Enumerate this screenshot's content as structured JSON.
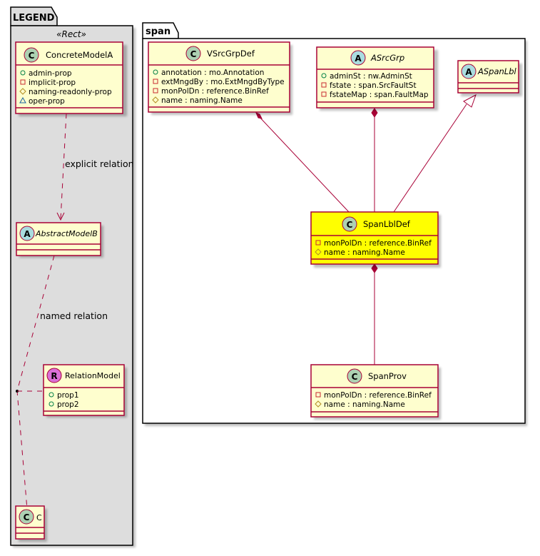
{
  "legend": {
    "package_name": "LEGEND",
    "stereotype": "«Rect»",
    "classes": {
      "concrete_model_a": {
        "kind": "C",
        "name": "ConcreteModelA",
        "attributes": [
          {
            "visibility": "public",
            "icon": "circle-icon",
            "text": "admin-prop"
          },
          {
            "visibility": "private",
            "icon": "square-icon",
            "text": "implicit-prop"
          },
          {
            "visibility": "protected",
            "icon": "diamond-icon",
            "text": "naming-readonly-prop"
          },
          {
            "visibility": "package",
            "icon": "triangle-icon",
            "text": "oper-prop"
          }
        ]
      },
      "abstract_model_b": {
        "kind": "A",
        "name": "AbstractModelB",
        "attributes": []
      },
      "relation_model": {
        "kind": "R",
        "name": "RelationModel",
        "attributes": [
          {
            "visibility": "public",
            "icon": "circle-icon",
            "text": "prop1"
          },
          {
            "visibility": "public",
            "icon": "circle-icon",
            "text": "prop2"
          }
        ]
      },
      "c": {
        "kind": "C",
        "name": "C",
        "attributes": []
      }
    },
    "relations": {
      "explicit": "explicit relation",
      "named": "named relation"
    }
  },
  "span": {
    "package_name": "span",
    "classes": {
      "vsrc_grp_def": {
        "kind": "C",
        "name": "VSrcGrpDef",
        "attributes": [
          {
            "visibility": "public",
            "icon": "circle-icon",
            "text": "annotation : mo.Annotation"
          },
          {
            "visibility": "private",
            "icon": "square-icon",
            "text": "extMngdBy : mo.ExtMngdByType"
          },
          {
            "visibility": "private",
            "icon": "square-icon",
            "text": "monPolDn : reference.BinRef"
          },
          {
            "visibility": "protected",
            "icon": "diamond-icon",
            "text": "name : naming.Name"
          }
        ]
      },
      "asrc_grp": {
        "kind": "A",
        "name": "ASrcGrp",
        "attributes": [
          {
            "visibility": "public",
            "icon": "circle-icon",
            "text": "adminSt : nw.AdminSt"
          },
          {
            "visibility": "private",
            "icon": "square-icon",
            "text": "fstate : span.SrcFaultSt"
          },
          {
            "visibility": "private",
            "icon": "square-icon",
            "text": "fstateMap : span.FaultMap"
          }
        ]
      },
      "aspan_lbl": {
        "kind": "A",
        "name": "ASpanLbl",
        "attributes": []
      },
      "span_lbl_def": {
        "kind": "C",
        "name": "SpanLblDef",
        "highlighted": true,
        "attributes": [
          {
            "visibility": "private",
            "icon": "square-icon",
            "text": "monPolDn : reference.BinRef"
          },
          {
            "visibility": "protected",
            "icon": "diamond-icon",
            "text": "name : naming.Name"
          }
        ]
      },
      "span_prov": {
        "kind": "C",
        "name": "SpanProv",
        "attributes": [
          {
            "visibility": "private",
            "icon": "square-icon",
            "text": "monPolDn : reference.BinRef"
          },
          {
            "visibility": "protected",
            "icon": "diamond-icon",
            "text": "name : naming.Name"
          }
        ]
      }
    },
    "relations": [
      {
        "from": "VSrcGrpDef",
        "to": "SpanLblDef",
        "type": "composition"
      },
      {
        "from": "ASrcGrp",
        "to": "SpanLblDef",
        "type": "composition"
      },
      {
        "from": "ASpanLbl",
        "to": "SpanLblDef",
        "type": "generalization"
      },
      {
        "from": "SpanLblDef",
        "to": "SpanProv",
        "type": "composition"
      }
    ]
  },
  "colors": {
    "class_fill": "#fefece",
    "class_border": "#a80036",
    "highlight_fill": "#ffff00",
    "legend_bg": "#dddddd",
    "circle_C": "#add1b2",
    "circle_A": "#a9dcdf",
    "circle_R": "#da70d6",
    "vis_public": "#038048",
    "vis_private": "#c82930",
    "vis_protected": "#b38d22",
    "vis_package": "#1963a0"
  }
}
